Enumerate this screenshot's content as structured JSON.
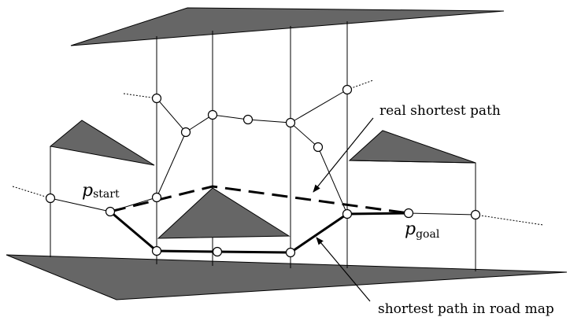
{
  "labels": {
    "real_shortest_path": "real shortest path",
    "shortest_path_in_road_map": "shortest path in road map",
    "p_start": {
      "symbol": "p",
      "subscript": "start"
    },
    "p_goal": {
      "symbol": "p",
      "subscript": "goal"
    }
  },
  "colors": {
    "obstacle_fill": "#666666",
    "line": "#000000",
    "node_fill": "#ffffff",
    "background": "#ffffff"
  }
}
